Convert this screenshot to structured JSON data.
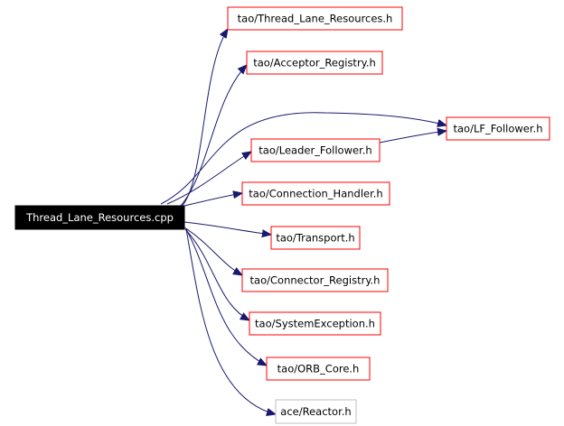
{
  "root": {
    "label": "Thread_Lane_Resources.cpp"
  },
  "includes": [
    {
      "id": "thread-lane-resources-h",
      "label": "tao/Thread_Lane_Resources.h"
    },
    {
      "id": "acceptor-registry-h",
      "label": "tao/Acceptor_Registry.h"
    },
    {
      "id": "lf-follower-h",
      "label": "tao/LF_Follower.h"
    },
    {
      "id": "leader-follower-h",
      "label": "tao/Leader_Follower.h"
    },
    {
      "id": "connection-handler-h",
      "label": "tao/Connection_Handler.h"
    },
    {
      "id": "transport-h",
      "label": "tao/Transport.h"
    },
    {
      "id": "connector-registry-h",
      "label": "tao/Connector_Registry.h"
    },
    {
      "id": "system-exception-h",
      "label": "tao/SystemException.h"
    },
    {
      "id": "orb-core-h",
      "label": "tao/ORB_Core.h"
    },
    {
      "id": "reactor-h",
      "label": "ace/Reactor.h"
    }
  ],
  "colors": {
    "edge": "#191970",
    "local_box_border": "#ff0000",
    "external_box_border": "#bfbfbf",
    "root_fill": "#000000",
    "root_text": "#ffffff"
  }
}
